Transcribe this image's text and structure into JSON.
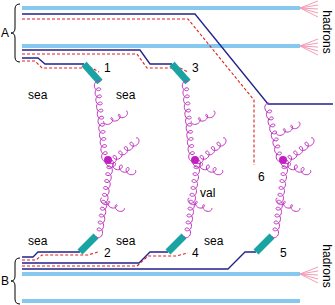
{
  "diagram": {
    "labels": [
      "A",
      "hadrons",
      "1",
      "3",
      "sea",
      "sea",
      "6",
      "val",
      "sea",
      "sea",
      "sea",
      "2",
      "4",
      "5",
      "B",
      "hadrons"
    ]
  }
}
